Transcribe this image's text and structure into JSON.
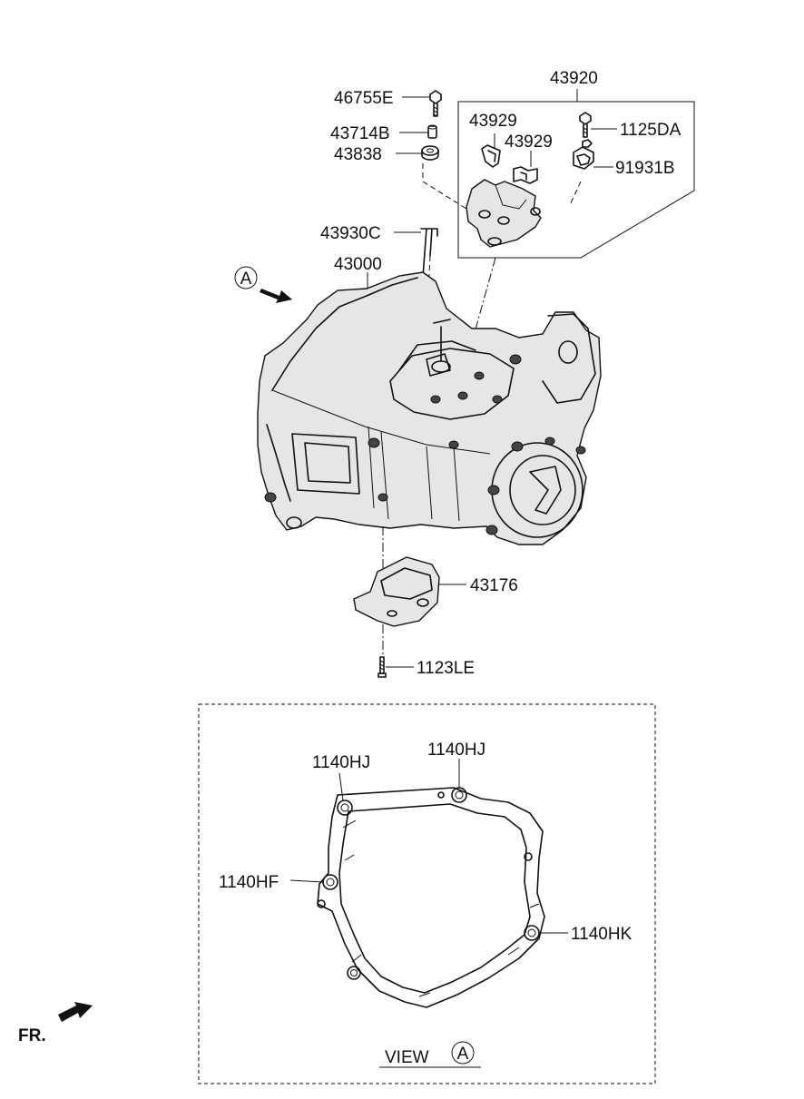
{
  "labels": {
    "p46755E": "46755E",
    "p43714B": "43714B",
    "p43838": "43838",
    "p43920": "43920",
    "p43929a": "43929",
    "p43929b": "43929",
    "p1125DA": "1125DA",
    "p91931B": "91931B",
    "p43930C": "43930C",
    "p43000": "43000",
    "p43176": "43176",
    "p1123LE": "1123LE",
    "p1140HJa": "1140HJ",
    "p1140HJb": "1140HJ",
    "p1140HF": "1140HF",
    "p1140HK": "1140HK"
  },
  "view_ref": {
    "letter": "A"
  },
  "view_label": {
    "text": "VIEW",
    "letter": "A"
  },
  "front_indicator": {
    "text": "FR."
  }
}
